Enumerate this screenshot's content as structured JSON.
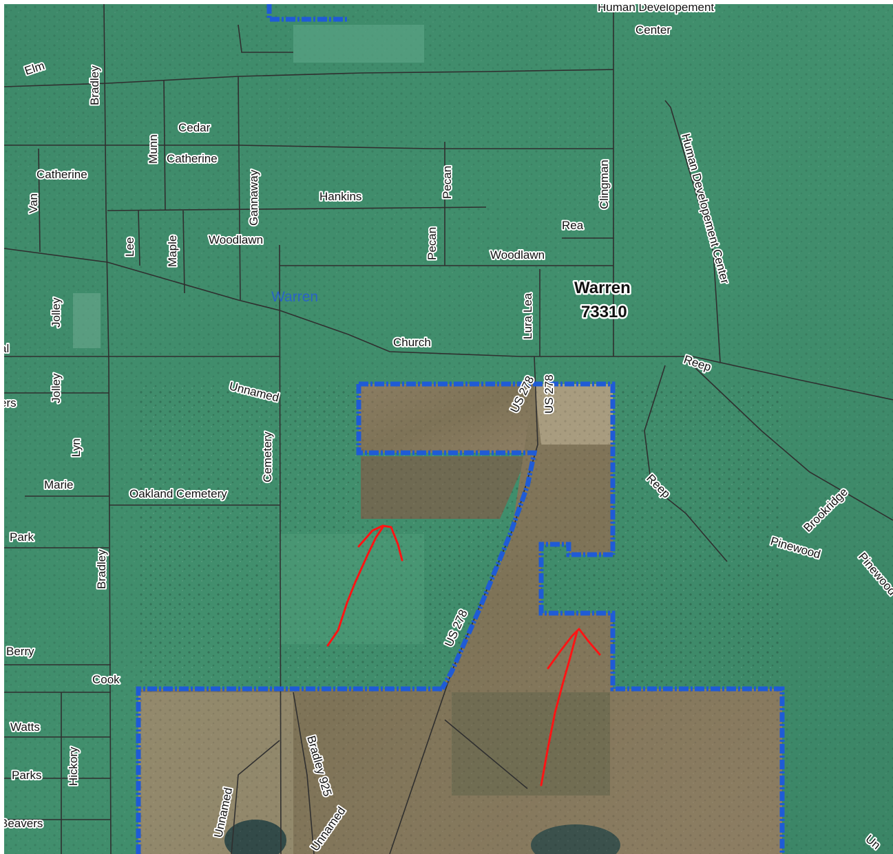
{
  "map": {
    "colors": {
      "vegetation": "#3f8c6b",
      "cleared_land": "#8a7a60",
      "roads": "#2f2f2f",
      "boundary": "#1f5bd6",
      "annotation_arrows": "#ff1414"
    },
    "place_name": "Warren",
    "city": {
      "name": "Warren",
      "zip": "73310"
    },
    "streets": [
      "Human Developement",
      "Center",
      "Elm",
      "Bradley",
      "Cedar",
      "Munn",
      "Catherine",
      "Catherine",
      "Van",
      "Gannaway",
      "Hankins",
      "Pecan",
      "Clingman",
      "Rea",
      "Human Developement Center",
      "Lee",
      "Maple",
      "Woodlawn",
      "Pecan",
      "Woodlawn",
      "Jolley",
      "Lura Lea",
      "Church",
      "Reep",
      "Jolley",
      "Unnamed",
      "US 278",
      "US 278",
      "Lyn",
      "Cemetery",
      "Marie",
      "Oakland Cemetery",
      "Reep",
      "Brookridge",
      "Park",
      "Pinewood",
      "Pinewood",
      "Bradley",
      "US 278",
      "Berry",
      "Cook",
      "Watts",
      "Hickory",
      "Parks",
      "Bradley 925",
      "Unnamed",
      "Beavers",
      "Unnamed",
      "Un",
      "al",
      "ers"
    ],
    "annotations": [
      {
        "icon": "red-arrow-icon"
      },
      {
        "icon": "red-arrow-icon"
      }
    ]
  }
}
